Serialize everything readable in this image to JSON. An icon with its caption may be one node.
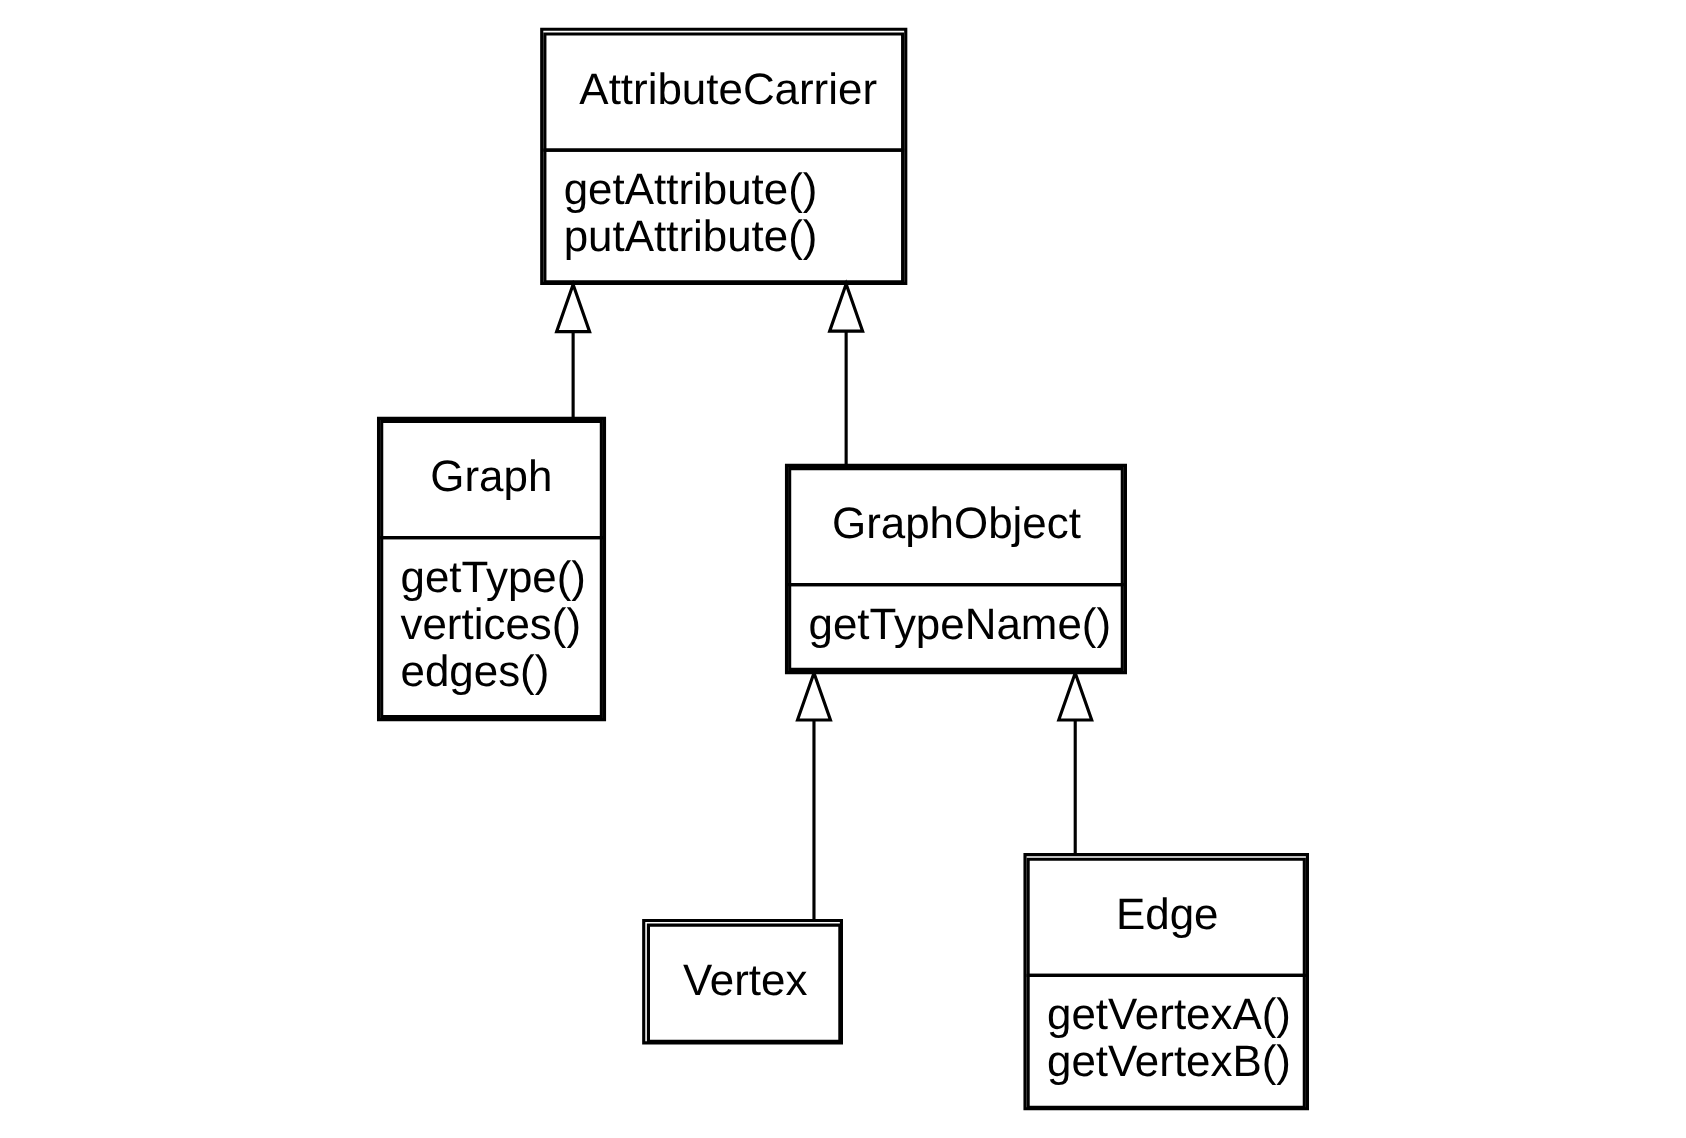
{
  "diagram": {
    "nodes": [
      {
        "text": [
          "AttributeCarrier",
          "getAttribute() putAttribute()"
        ]
      },
      {
        "text": [
          "Graph",
          "getType() vertices() edges()"
        ]
      },
      {
        "text": [
          "GraphObject",
          "getTypeName()"
        ]
      },
      {
        "text": [
          "Vertex"
        ]
      },
      {
        "text": [
          "Edge",
          "getVertexA() getVertexB()"
        ]
      }
    ],
    "edges": [
      {
        "from": 1,
        "to": 0,
        "arrow": "to"
      },
      {
        "from": 2,
        "to": 0,
        "arrow": "to"
      },
      {
        "from": 3,
        "to": 2,
        "arrow": "to"
      },
      {
        "from": 4,
        "to": 2,
        "arrow": "to"
      }
    ]
  }
}
